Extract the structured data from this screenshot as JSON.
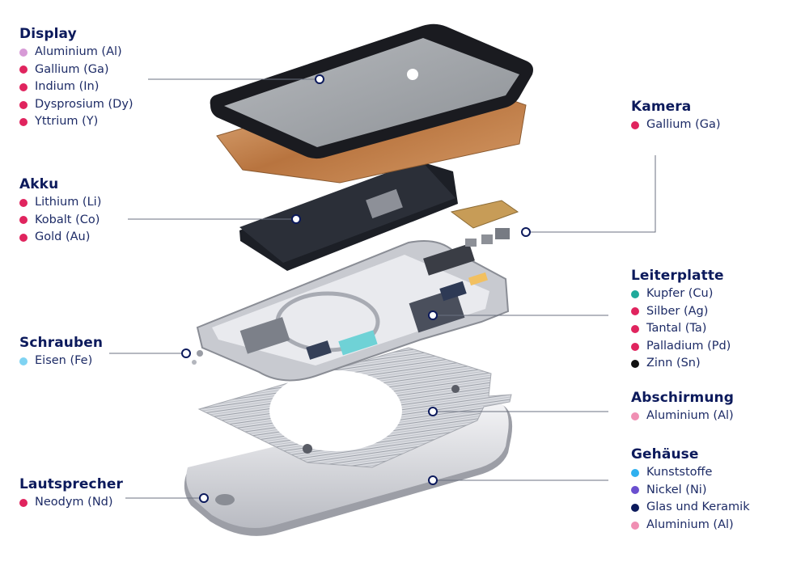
{
  "groups": [
    {
      "id": "display",
      "title": "Display",
      "items": [
        {
          "text": "Aluminium (Al)",
          "color": "#d79ad6"
        },
        {
          "text": "Gallium (Ga)",
          "color": "#e0245e"
        },
        {
          "text": "Indium (In)",
          "color": "#e0245e"
        },
        {
          "text": "Dysprosium (Dy)",
          "color": "#e0245e"
        },
        {
          "text": "Yttrium (Y)",
          "color": "#e0245e"
        }
      ]
    },
    {
      "id": "akku",
      "title": "Akku",
      "items": [
        {
          "text": "Lithium (Li)",
          "color": "#e0245e"
        },
        {
          "text": "Kobalt (Co)",
          "color": "#e0245e"
        },
        {
          "text": "Gold (Au)",
          "color": "#e0245e"
        }
      ]
    },
    {
      "id": "schrauben",
      "title": "Schrauben",
      "items": [
        {
          "text": "Eisen (Fe)",
          "color": "#7fd3f2"
        }
      ]
    },
    {
      "id": "lautsprecher",
      "title": "Lautsprecher",
      "items": [
        {
          "text": "Neodym (Nd)",
          "color": "#e0245e"
        }
      ]
    },
    {
      "id": "kamera",
      "title": "Kamera",
      "items": [
        {
          "text": "Gallium (Ga)",
          "color": "#e0245e"
        }
      ]
    },
    {
      "id": "leiterplatte",
      "title": "Leiterplatte",
      "items": [
        {
          "text": "Kupfer (Cu)",
          "color": "#1fa99a"
        },
        {
          "text": "Silber (Ag)",
          "color": "#e0245e"
        },
        {
          "text": "Tantal (Ta)",
          "color": "#e0245e"
        },
        {
          "text": "Palladium (Pd)",
          "color": "#e0245e"
        },
        {
          "text": "Zinn (Sn)",
          "color": "#111111"
        }
      ]
    },
    {
      "id": "abschirmung",
      "title": "Abschirmung",
      "items": [
        {
          "text": "Aluminium (Al)",
          "color": "#f08fb3"
        }
      ]
    },
    {
      "id": "gehaeuse",
      "title": "Gehäuse",
      "items": [
        {
          "text": "Kunststoffe",
          "color": "#2fb0ef"
        },
        {
          "text": "Nickel (Ni)",
          "color": "#6a4fcf"
        },
        {
          "text": "Glas und Keramik",
          "color": "#0c1a5c"
        },
        {
          "text": "Aluminium (Al)",
          "color": "#f08fb3"
        }
      ]
    }
  ]
}
